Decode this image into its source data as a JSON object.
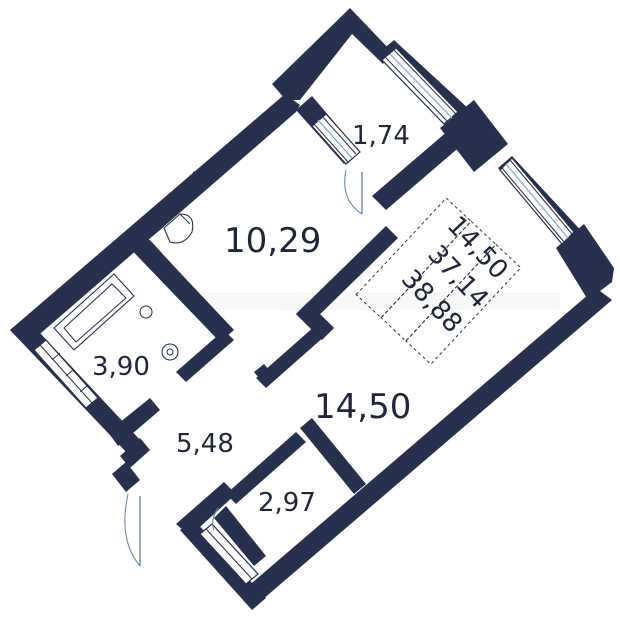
{
  "floorplan": {
    "rooms": {
      "room_main": "10,29",
      "room_living": "14,50",
      "bathroom": "3,90",
      "hallway": "5,48",
      "storage": "2,97",
      "balcony": "1,74"
    },
    "summary": {
      "living_area": "14,50",
      "total_area": "37,14",
      "total_area_with_balcony": "38,88"
    }
  },
  "colors": {
    "wall": "#27304d",
    "window_glass": "#8fb6d6",
    "door_swing": "#6f86a6",
    "background": "#ffffff"
  },
  "icons": [
    "door-swing-icon",
    "bathtub-icon",
    "sink-icon",
    "toilet-icon",
    "window-icon"
  ]
}
